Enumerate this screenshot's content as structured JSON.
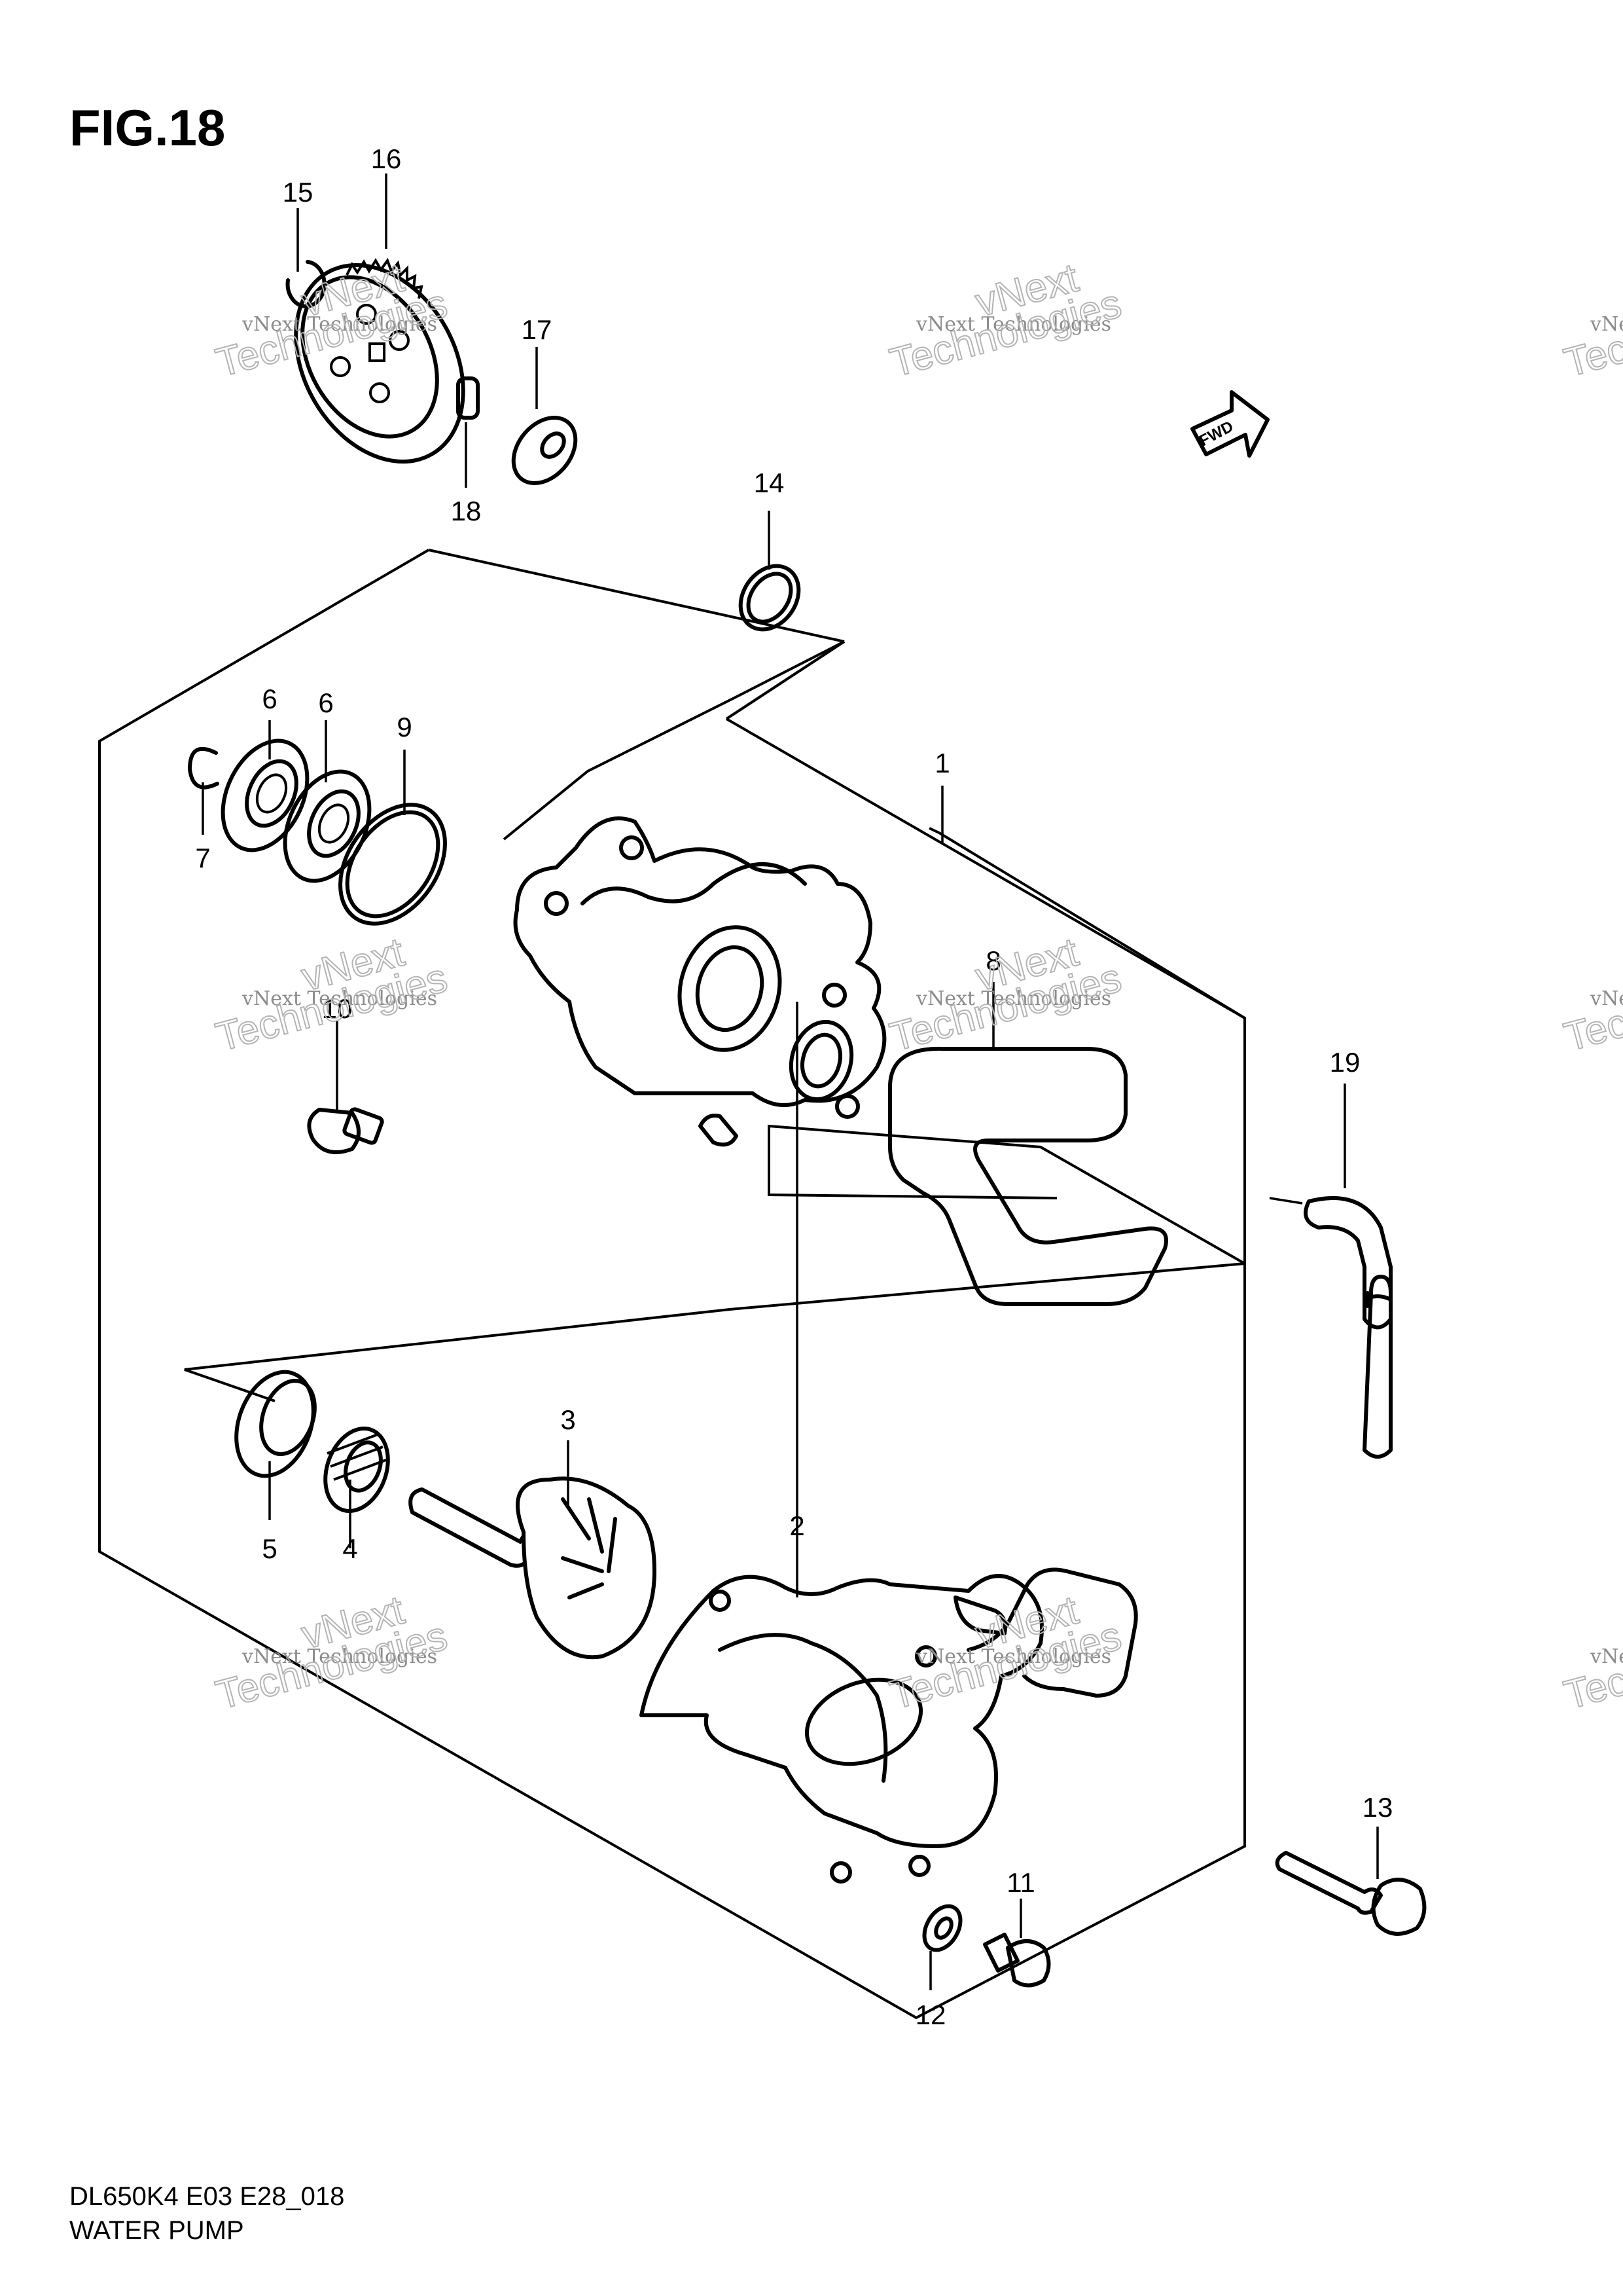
{
  "figure": {
    "title": "FIG.18",
    "model_code": "DL650K4 E03 E28_018",
    "name": "WATER PUMP"
  },
  "fwd_label": "FWD",
  "callouts": [
    "1",
    "2",
    "3",
    "4",
    "5",
    "6",
    "6",
    "7",
    "8",
    "9",
    "10",
    "11",
    "12",
    "13",
    "14",
    "15",
    "16",
    "17",
    "18",
    "19"
  ],
  "watermark": {
    "line1": "vNext Technologies",
    "line2": "vNext",
    "line3": "Technologies"
  }
}
